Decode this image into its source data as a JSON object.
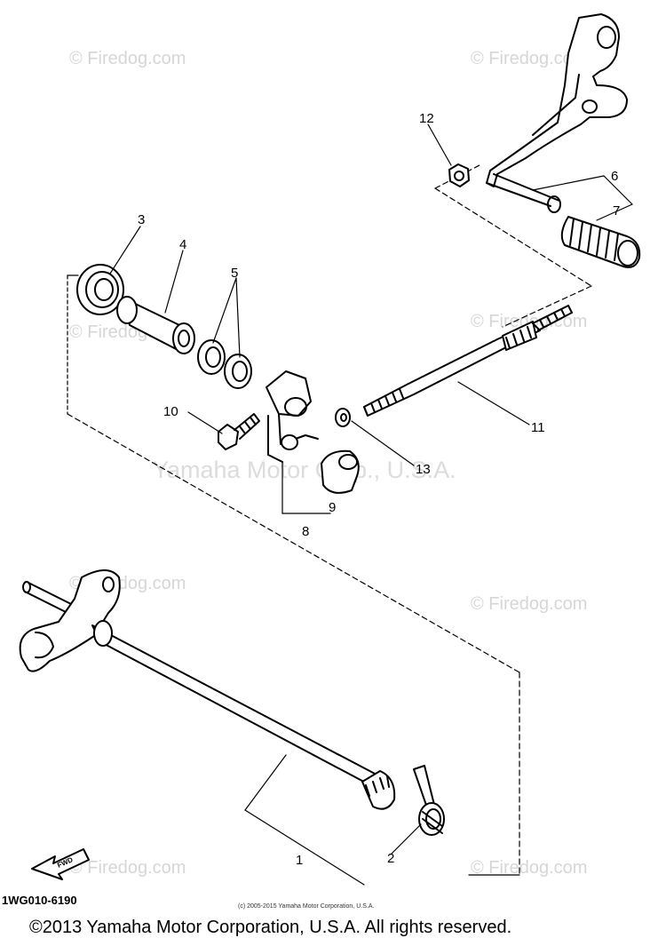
{
  "watermarks": {
    "site": "© Firedog.com",
    "owner": "Yamaha Motor Corp., U.S.A."
  },
  "callouts": [
    "1",
    "2",
    "3",
    "4",
    "5",
    "6",
    "7",
    "8",
    "9",
    "10",
    "11",
    "12",
    "13"
  ],
  "fwd_arrow_label": "FWD",
  "diagram_code": "1WG010-6190",
  "small_copyright": "(c) 2005-2015 Yamaha Motor Corporation, U.S.A.",
  "footer_copyright": "©2013 Yamaha Motor Corporation, U.S.A. All rights reserved."
}
